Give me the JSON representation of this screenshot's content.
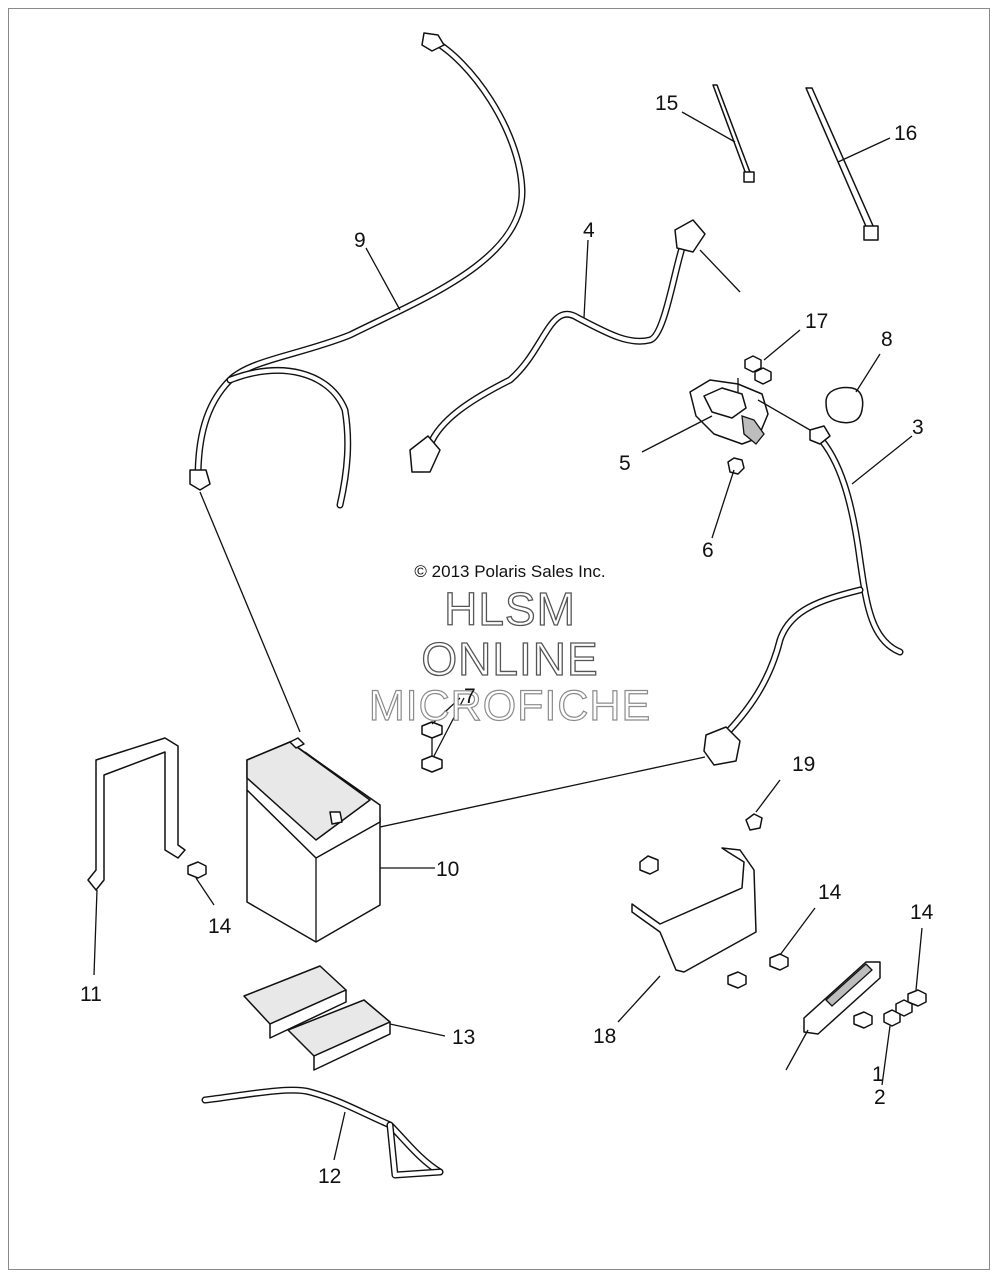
{
  "copyright": "© 2013 Polaris Sales Inc.",
  "watermark": {
    "line1": "HLSM",
    "line2": "ONLINE",
    "line3": "MICROFICHE"
  },
  "callouts": {
    "c1": "1",
    "c2": "2",
    "c3": "3",
    "c4": "4",
    "c5": "5",
    "c6": "6",
    "c7": "7",
    "c8": "8",
    "c9": "9",
    "c10": "10",
    "c11": "11",
    "c12": "12",
    "c13": "13",
    "c14a": "14",
    "c14b": "14",
    "c14c": "14",
    "c15": "15",
    "c16": "16",
    "c17": "17",
    "c18": "18",
    "c19": "19"
  }
}
